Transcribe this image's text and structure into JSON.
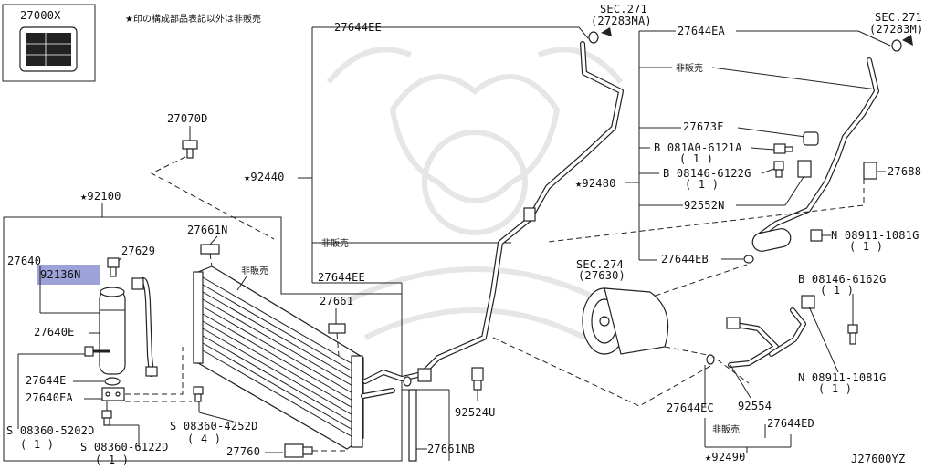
{
  "note": "★印の構成部品表記以外は非販売",
  "diagram_id": "J27600YZ",
  "colors": {
    "highlight": "#9da3d8",
    "line": "#222222",
    "watermark": "#e6e6e6"
  },
  "labels": {
    "p27000x": "27000X",
    "p27070d": "27070D",
    "s92100": "★92100",
    "p27640": "27640",
    "p92136n": "92136N",
    "p27629": "27629",
    "p27661n": "27661N",
    "hanbai_cond": "非販売",
    "p27640e": "27640E",
    "p27661": "27661",
    "p27644e": "27644E",
    "p27640ea": "27640EA",
    "b08360_5202d": "S 08360-5202D",
    "q1a": "( 1 )",
    "b08360_6122d": "S 08360-6122D",
    "q1b": "( 1 )",
    "b08360_4252d": "S 08360-4252D",
    "q4": "( 4 )",
    "p27760": "27760",
    "p27661nb": "27661NB",
    "p92524u": "92524U",
    "p27644ee_top": "27644EE",
    "s92440": "★92440",
    "hanbai_mid": "非販売",
    "p27644ee_mid": "27644EE",
    "sec271a": "SEC.271",
    "sec271a_ref": "(27283MA)",
    "sec271b": "SEC.271",
    "sec271b_ref": "(27283M)",
    "p27644ea": "27644EA",
    "hanbai_top": "非販売",
    "p27673f": "27673F",
    "b081a0_6121a": "B 081A0-6121A",
    "q1c": "( 1 )",
    "b08146_6122g": "B 08146-6122G",
    "q1d": "( 1 )",
    "p27688": "27688",
    "s92480": "★92480",
    "p92552n": "92552N",
    "n08911_1081g_a": "N 08911-1081G",
    "q1e": "( 1 )",
    "p27644eb": "27644EB",
    "sec274": "SEC.274",
    "sec274_ref": "(27630)",
    "b08146_6162g": "B 08146-6162G",
    "q1f": "( 1 )",
    "n08911_1081g_b": "N 08911-1081G",
    "q1g": "( 1 )",
    "p27644ec": "27644EC",
    "p92554": "92554",
    "p27644ed": "27644ED",
    "hanbai_bot": "非販売",
    "s92490": "★92490"
  }
}
